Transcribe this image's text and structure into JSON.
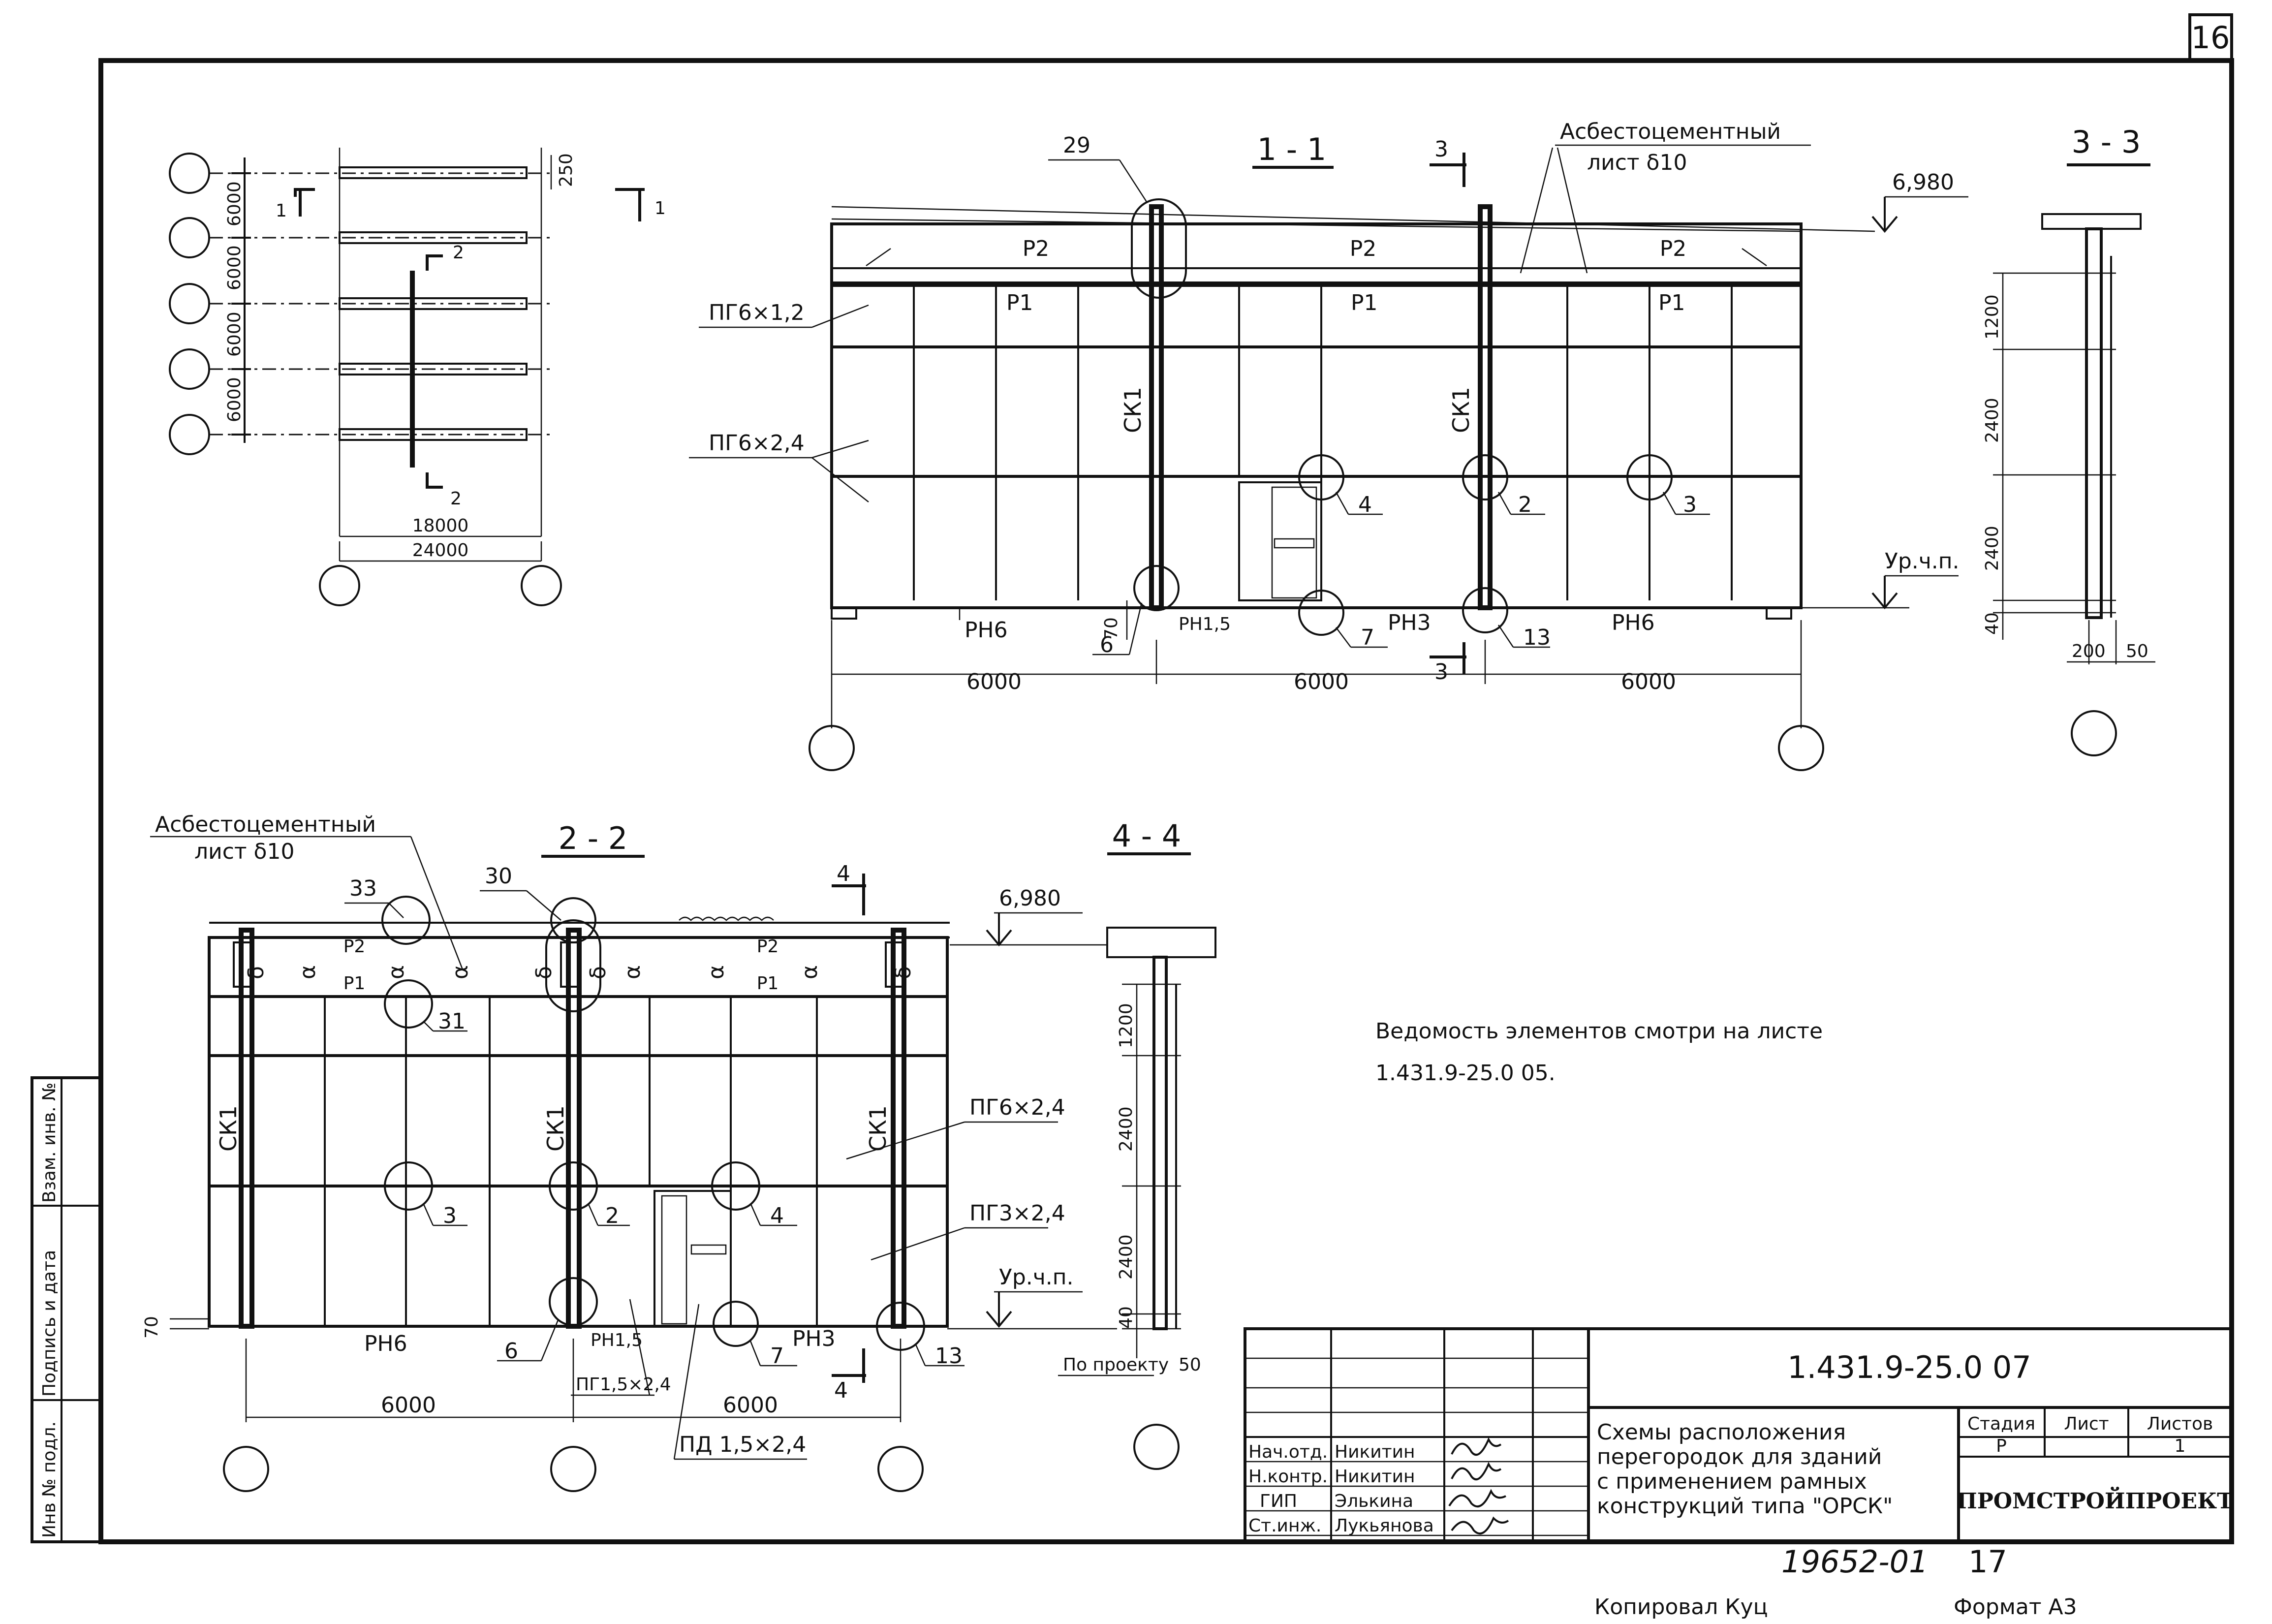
{
  "sheet_number": "16",
  "section_labels": {
    "s11": "1 - 1",
    "s22": "2 - 2",
    "s33": "3 - 3",
    "s44": "4 - 4"
  },
  "cut_marks": {
    "one": "1",
    "two": "2",
    "three": "3",
    "four": "4"
  },
  "plan": {
    "bay_dims": [
      "6000",
      "6000",
      "6000",
      "6000"
    ],
    "top_dim": "250",
    "span_inner": "18000",
    "span_total": "24000"
  },
  "section_11": {
    "asbestos_line1": "Асбестоцементный",
    "asbestos_line2": "лист δ10",
    "level_top": "6,980",
    "level_floor": "Ур.ч.п.",
    "beams": [
      "Р2",
      "Р2",
      "Р2"
    ],
    "rails": [
      "Р1",
      "Р1",
      "Р1"
    ],
    "panel_1": "ПГ6×1,2",
    "panel_2": "ПГ6×2,4",
    "column": "СК1",
    "bottom_rails": [
      "РН6",
      "РН1,5",
      "РН3",
      "РН6"
    ],
    "bay_dims": [
      "6000",
      "6000",
      "6000"
    ],
    "dim_70": "70",
    "nodes": [
      "29",
      "4",
      "2",
      "3",
      "6",
      "7",
      "13"
    ]
  },
  "section_33": {
    "dims": [
      "1200",
      "2400",
      "2400",
      "40"
    ],
    "bottom_dims": [
      "200",
      "50"
    ]
  },
  "section_22": {
    "asbestos_line1": "Асбестоцементный",
    "asbestos_line2": "лист δ10",
    "level_top": "6,980",
    "level_floor": "Ур.ч.п.",
    "beams": [
      "Р2",
      "Р1",
      "Р2",
      "Р1"
    ],
    "letter_a": "α",
    "letter_b": "δ",
    "column": "СК1",
    "panel_1": "ПГ6×2,4",
    "panel_2": "ПГ3×2,4",
    "panel_3": "ПГ1,5×2,4",
    "door": "ПД 1,5×2,4",
    "bottom_rails": [
      "РН6",
      "РН1,5",
      "РН3"
    ],
    "bay_dims": [
      "6000",
      "6000"
    ],
    "dim_70": "70",
    "nodes": [
      "33",
      "30",
      "31",
      "3",
      "2",
      "4",
      "6",
      "7",
      "13"
    ]
  },
  "section_44": {
    "dims": [
      "1200",
      "2400",
      "2400",
      "40"
    ],
    "note": "По проекту",
    "bottom_dim": "50"
  },
  "note_line1": "Ведомость элементов смотри на листе",
  "note_line2": "1.431.9-25.0 05.",
  "side_stamp": [
    "Инв № подл.",
    "Подпись и дата",
    "Взам. инв. №"
  ],
  "title_block": {
    "code": "1.431.9-25.0 07",
    "title_lines": [
      "Схемы расположения",
      "перегородок для зданий",
      "с применением рамных",
      "конструкций типа \"ОРСК\""
    ],
    "stage_header": "Стадия",
    "sheet_header": "Лист",
    "sheets_header": "Листов",
    "stage": "Р",
    "sheet": "",
    "sheets": "1",
    "org": "ПРОМСТРОЙПРОЕКТ",
    "roles": [
      "Нач.отд.",
      "Н.контр.",
      "ГИП",
      "Ст.инж."
    ],
    "names": [
      "Никитин",
      "Никитин",
      "Элькина",
      "Лукьянова"
    ]
  },
  "footer": {
    "order": "19652-01",
    "page": "17",
    "copied": "Копировал Куц",
    "format": "Формат А3"
  }
}
